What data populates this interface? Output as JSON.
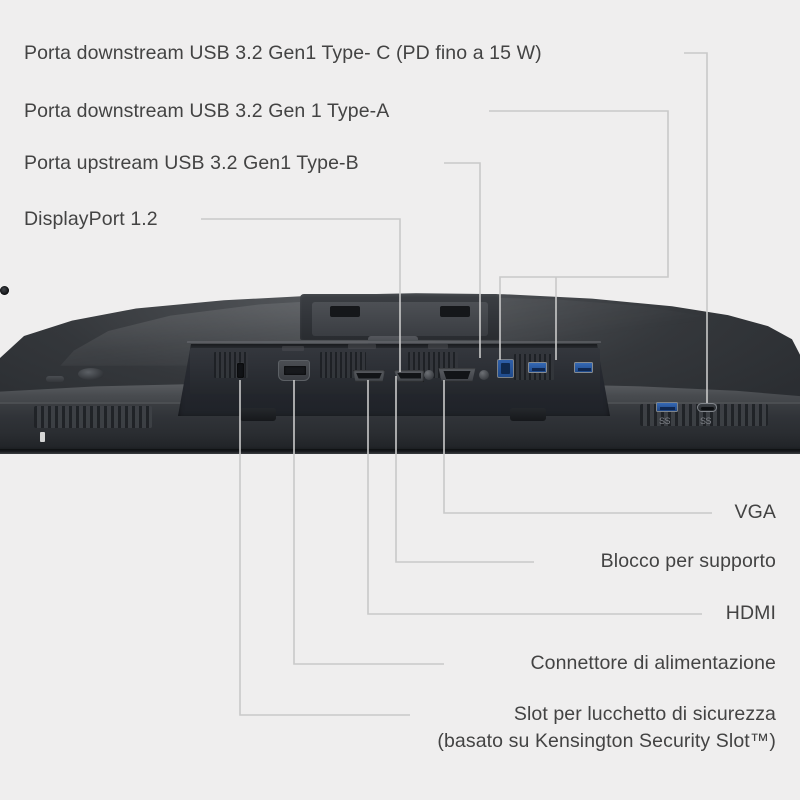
{
  "diagram": {
    "title": "Monitor rear/bottom port layout",
    "background_color": "#efeeee",
    "text_color": "#434343",
    "leader_color": "#c9c9c9"
  },
  "labels": {
    "usb_c_downstream": "Porta downstream USB 3.2 Gen1 Type- C (PD fino a 15 W)",
    "usb_a_downstream": "Porta downstream USB 3.2 Gen 1 Type-A",
    "usb_b_upstream": "Porta upstream USB 3.2 Gen1 Type-B",
    "displayport": "DisplayPort 1.2",
    "vga": "VGA",
    "stand_lock": "Blocco per supporto",
    "hdmi": "HDMI",
    "power_connector": "Connettore di alimentazione",
    "security_slot_line1": "Slot per lucchetto di sicurezza",
    "security_slot_line2": "(basato su Kensington Security Slot™)"
  },
  "ports": {
    "kensington_lock": "security-lock-slot",
    "power": "ac-power-inlet",
    "hdmi": "hdmi-port",
    "displayport": "displayport-port",
    "vga": "vga-port",
    "usb_b_upstream": "usb-type-b-upstream-port",
    "usb_a_1": "usb-type-a-downstream-port",
    "usb_a_2": "usb-type-a-downstream-port",
    "usb_a_side": "usb-type-a-side-port",
    "usb_c_side": "usb-type-c-side-port",
    "superspeed_mark": "SS"
  }
}
